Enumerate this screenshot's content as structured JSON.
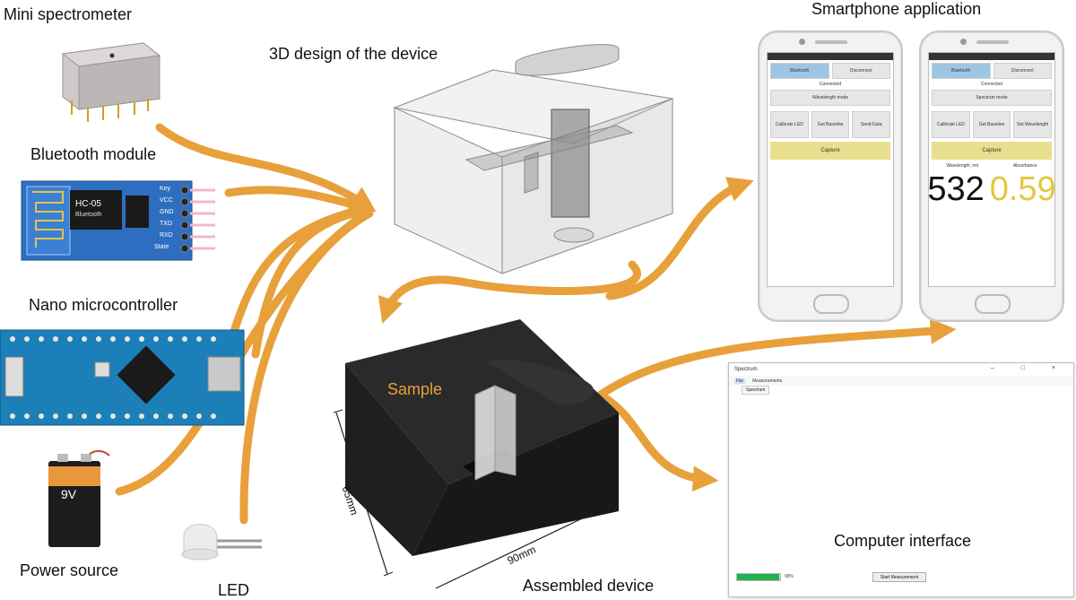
{
  "labels": {
    "spectrometer": "Mini spectrometer",
    "bluetooth": "Bluetooth module",
    "nano": "Nano microcontroller",
    "power": "Power source",
    "led": "LED",
    "design": "3D design of the device",
    "smartphone": "Smartphone application",
    "assembled": "Assembled device",
    "sample": "Sample",
    "computer": "Computer interface",
    "dim_height": "65mm",
    "dim_width": "90mm"
  },
  "bluetooth_board": {
    "chip": "HC-05",
    "sub": "Bluetooth",
    "pins": [
      "Key",
      "VCC",
      "GND",
      "TXD",
      "RXD",
      "State"
    ]
  },
  "battery": {
    "voltage": "9V"
  },
  "phone1": {
    "bluetooth": "Bluetooth",
    "disconnect": "Disconnect",
    "status": "Connected",
    "mode": "Wavelength mode",
    "calibrate": "Calibrate LED",
    "baseline": "Get Baseline",
    "send": "Send Data",
    "capture": "Capture"
  },
  "phone2": {
    "bluetooth": "Bluetooth",
    "disconnect": "Disconnect",
    "status": "Connected",
    "mode": "Spectrum mode",
    "calibrate": "Calibrate LED",
    "baseline": "Get Baseline",
    "set_wavelength": "Set Wavelength",
    "capture": "Capture",
    "wavelength_header": "Wavelength, nm",
    "absorbance_header": "Absorbance",
    "wavelength_value": "532",
    "absorbance_value": "0.59"
  },
  "computer_window": {
    "title": "Spectrum",
    "controls": "– □ ×",
    "menu_file": "File",
    "menu_measurements": "Measurements",
    "dropdown": "Spectrum",
    "progress": 0.98,
    "progress_label": "98%",
    "start_button": "Start Measurement"
  },
  "colors": {
    "arrow": "#e8a03a",
    "accent_yellow": "#e4c63c",
    "phone_active": "#9cc6e4",
    "progress": "#22b14c"
  }
}
